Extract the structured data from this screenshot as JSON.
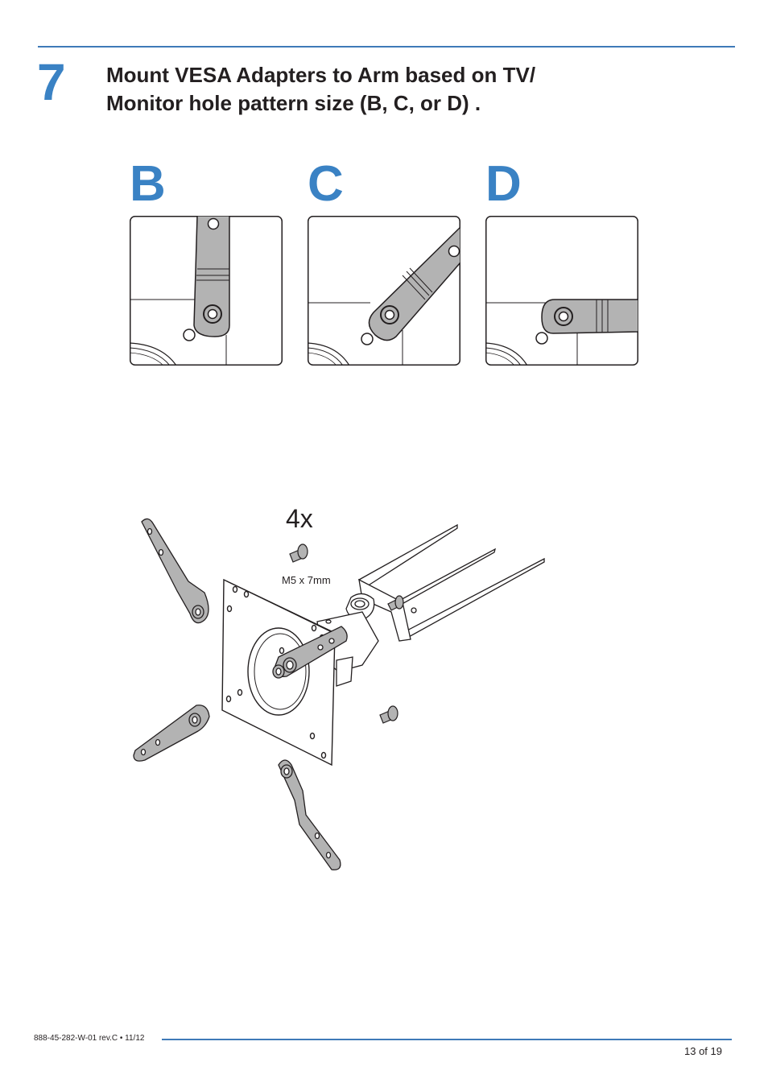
{
  "header": {
    "step_number": "7",
    "title_line1": "Mount VESA Adapters to Arm based on TV/",
    "title_line2": "Monitor hole pattern size (B, C, or D) ."
  },
  "variants": [
    {
      "letter": "B"
    },
    {
      "letter": "C"
    },
    {
      "letter": "D"
    }
  ],
  "assembly": {
    "quantity": "4x",
    "screw_spec": "M5 x 7mm"
  },
  "footer": {
    "doc_id": "888-45-282-W-01 rev.C • 11/12",
    "page": "13 of 19"
  },
  "colors": {
    "accent": "#3a82c4",
    "rule": "#3f7ab8",
    "part_fill": "#b3b3b3",
    "ink": "#231f20"
  }
}
